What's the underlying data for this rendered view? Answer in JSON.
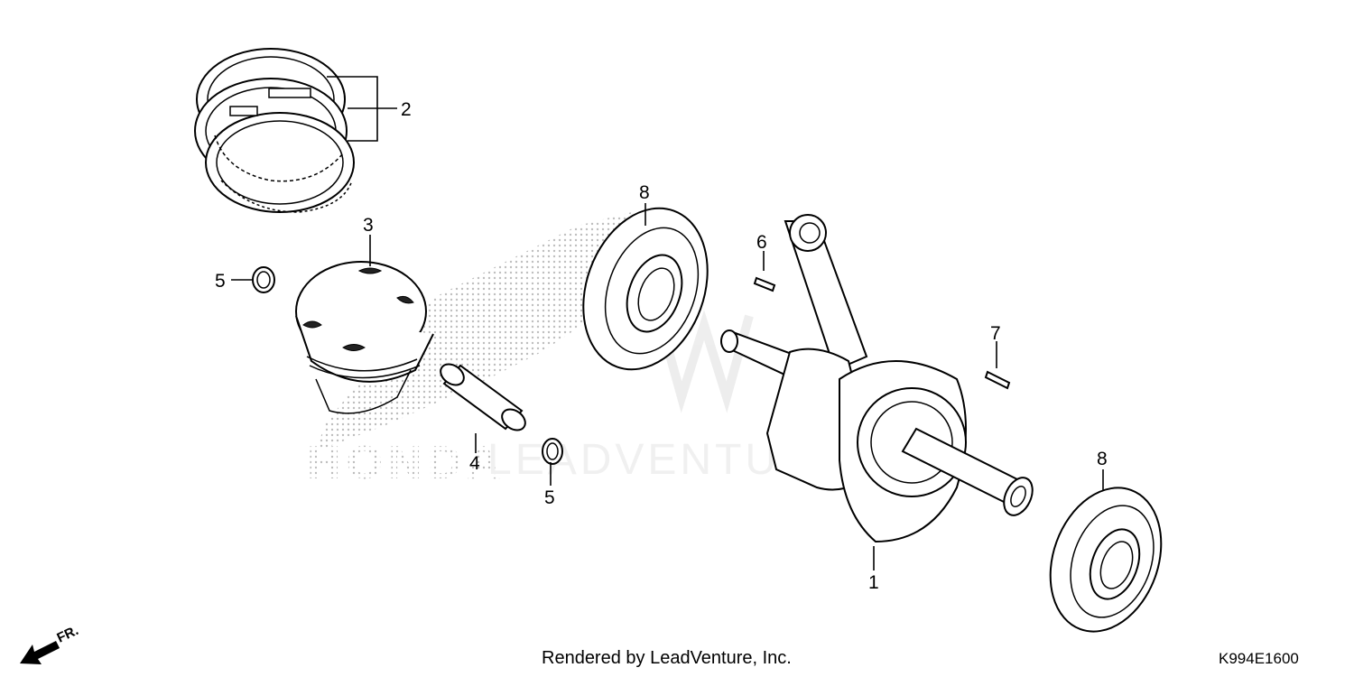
{
  "diagram": {
    "callouts": {
      "c1": "1",
      "c2": "2",
      "c3": "3",
      "c4": "4",
      "c5a": "5",
      "c5b": "5",
      "c6": "6",
      "c7": "7",
      "c8a": "8",
      "c8b": "8"
    },
    "front_marker": "FR.",
    "watermark": {
      "brand": "HONDA",
      "text": "LEADVENTURE"
    },
    "footer": {
      "rendered_by": "Rendered by LeadVenture, Inc.",
      "diagram_code": "K994E1600"
    }
  }
}
